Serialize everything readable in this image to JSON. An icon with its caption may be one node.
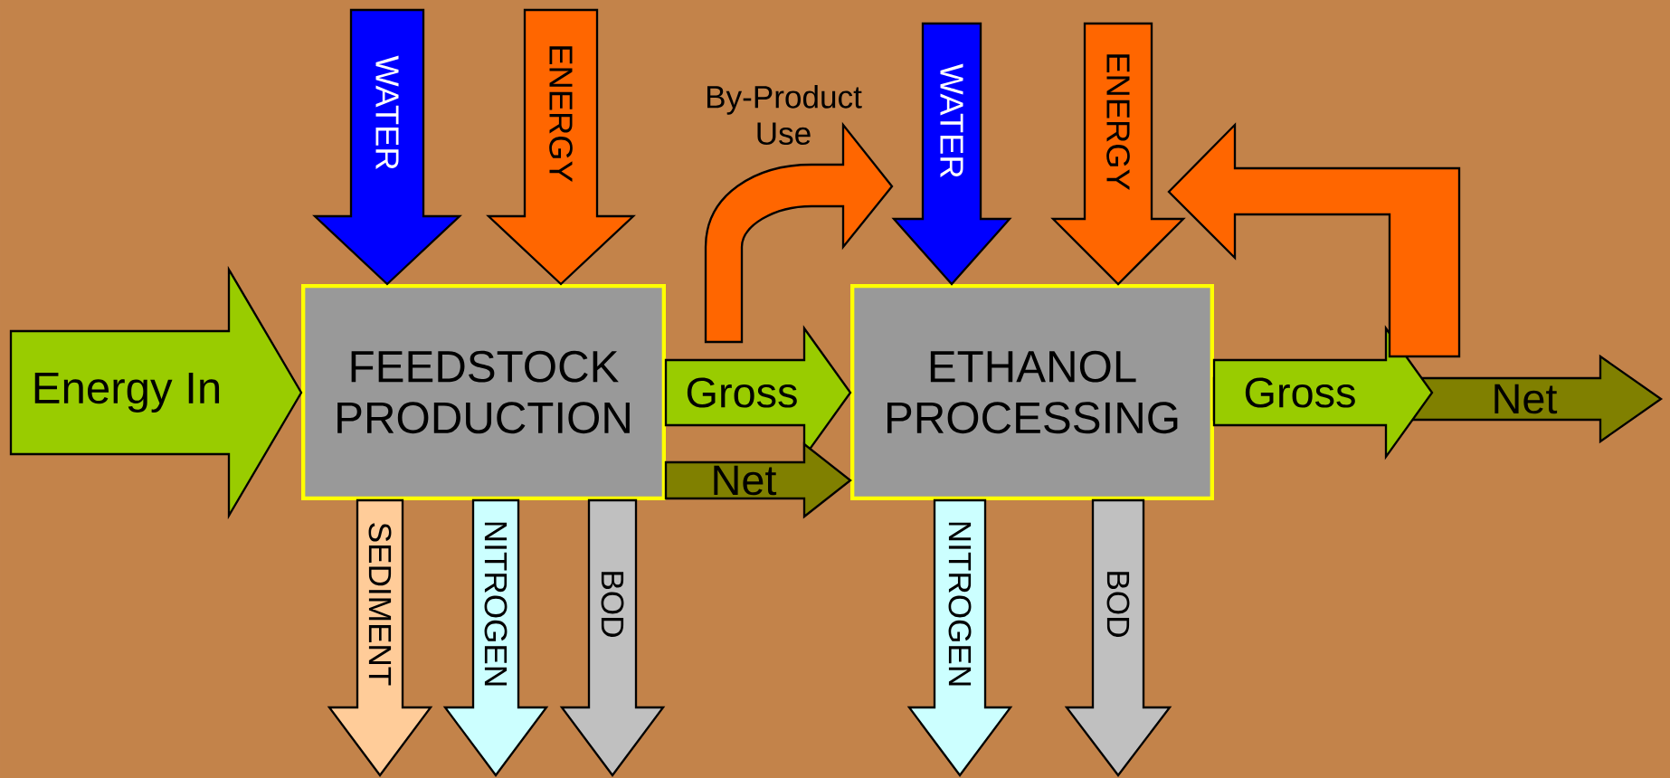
{
  "diagram": {
    "nodes": [
      {
        "text": [
          "FEEDSTOCK PRODUCTION"
        ]
      },
      {
        "text": [
          "ETHANOL PROCESSING"
        ]
      }
    ],
    "edges": [
      {
        "from": null,
        "to": 0,
        "arrow": "to",
        "label": "Energy In",
        "color": "#99cc00"
      },
      {
        "from": null,
        "to": 0,
        "arrow": "to",
        "label": "WATER",
        "color": "#0000ff"
      },
      {
        "from": null,
        "to": 0,
        "arrow": "to",
        "label": "ENERGY",
        "color": "#ff6600"
      },
      {
        "from": 0,
        "to": null,
        "arrow": "to",
        "label": "By-Product Use",
        "color": "#ff6600"
      },
      {
        "from": 0,
        "to": 1,
        "arrow": "to",
        "label": "Gross",
        "color": "#99cc00"
      },
      {
        "from": 0,
        "to": 1,
        "arrow": "to",
        "label": "Net",
        "color": "#808000"
      },
      {
        "from": null,
        "to": 1,
        "arrow": "to",
        "label": "WATER",
        "color": "#0000ff"
      },
      {
        "from": null,
        "to": 1,
        "arrow": "to",
        "label": "ENERGY",
        "color": "#ff6600"
      },
      {
        "from": null,
        "to": 1,
        "arrow": "to",
        "color": "#ff6600"
      },
      {
        "from": 1,
        "to": null,
        "arrow": "to",
        "label": "Gross",
        "color": "#99cc00"
      },
      {
        "from": 1,
        "to": null,
        "arrow": "to",
        "label": "Net",
        "color": "#808000"
      },
      {
        "from": 0,
        "to": null,
        "arrow": "to",
        "label": "SEDIMENT",
        "color": "#ffcc99"
      },
      {
        "from": 0,
        "to": null,
        "arrow": "to",
        "label": "NITROGEN",
        "color": "#ccffff"
      },
      {
        "from": 0,
        "to": null,
        "arrow": "to",
        "label": "BOD",
        "color": "#c0c0c0"
      },
      {
        "from": 1,
        "to": null,
        "arrow": "to",
        "label": "NITROGEN",
        "color": "#ccffff"
      },
      {
        "from": 1,
        "to": null,
        "arrow": "to",
        "label": "BOD",
        "color": "#c0c0c0"
      }
    ]
  }
}
